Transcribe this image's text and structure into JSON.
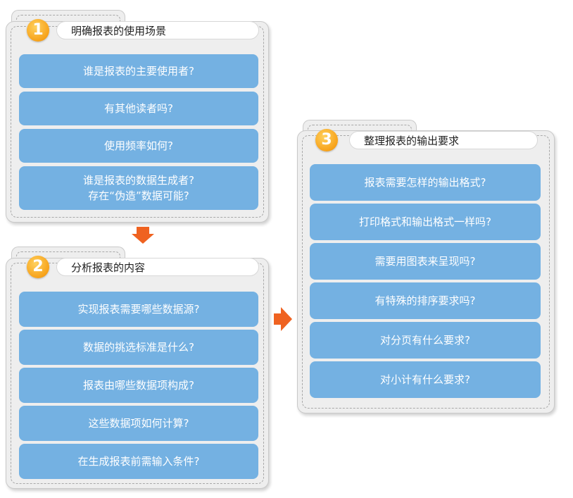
{
  "sections": [
    {
      "number": "1",
      "title": "明确报表的使用场景",
      "items": [
        "谁是报表的主要使用者?",
        "有其他读者吗?",
        "使用频率如何?",
        "谁是报表的数据生成者?",
        "存在“伪造”数据可能?"
      ]
    },
    {
      "number": "2",
      "title": "分析报表的内容",
      "items": [
        "实现报表需要哪些数据源?",
        "数据的挑选标准是什么?",
        "报表由哪些数据项构成?",
        "这些数据项如何计算?",
        "在生成报表前需输入条件?"
      ]
    },
    {
      "number": "3",
      "title": "整理报表的输出要求",
      "items": [
        "报表需要怎样的输出格式?",
        "打印格式和输出格式一样吗?",
        "需要用图表来呈现吗?",
        "有特殊的排序要求吗?",
        "对分页有什么要求?",
        "对小计有什么要求?"
      ]
    }
  ],
  "colors": {
    "item_bg": "#74b1e2",
    "arrow": "#ef6220",
    "badge": "#f7a21a",
    "panel_bg": "#eeeeee"
  }
}
